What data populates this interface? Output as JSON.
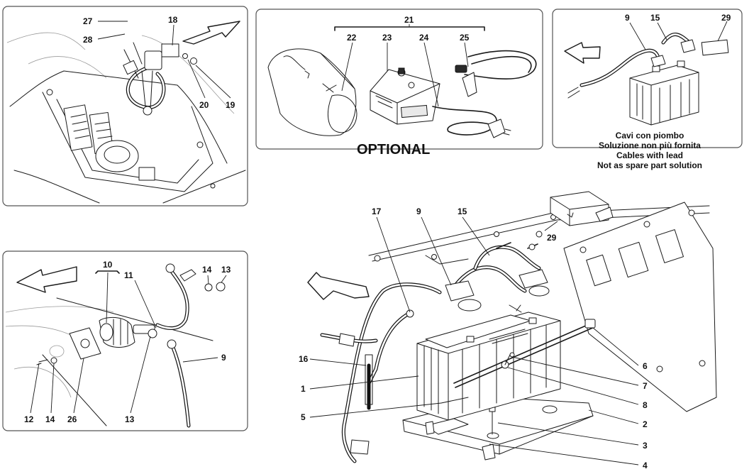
{
  "panels": {
    "top_left": {
      "callouts": [
        "27",
        "28",
        "18",
        "20",
        "19"
      ]
    },
    "optional": {
      "group_label": "21",
      "callouts": [
        "22",
        "23",
        "24",
        "25"
      ],
      "label": "OPTIONAL"
    },
    "top_right": {
      "callouts": [
        "9",
        "15",
        "29"
      ],
      "note": [
        "Cavi con piombo",
        "Soluzione non più fornita",
        "Cables with lead",
        "Not as spare part solution"
      ]
    },
    "bottom_left": {
      "callouts": [
        "10",
        "11",
        "14",
        "13",
        "12",
        "14",
        "26",
        "13",
        "9"
      ]
    },
    "main": {
      "callouts": [
        "17",
        "9",
        "15",
        "29",
        "16",
        "1",
        "5",
        "6",
        "7",
        "8",
        "2",
        "3",
        "4"
      ]
    }
  }
}
